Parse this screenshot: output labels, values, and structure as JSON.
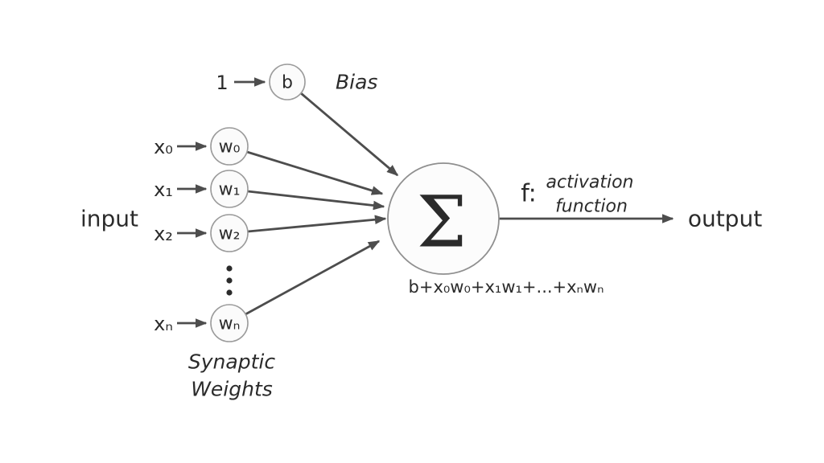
{
  "diagram": {
    "type": "artificial-neuron-perceptron",
    "colors": {
      "background": "#ffffff",
      "line": "#4d4d4d",
      "node_fill": "#fbfbfb",
      "node_stroke": "#9b9b9b",
      "text": "#2b2b2b"
    },
    "input_label": "input",
    "output_label": "output",
    "bias": {
      "source": "1",
      "node": "b",
      "caption": "Bias"
    },
    "inputs": [
      {
        "x": "x₀",
        "w": "w₀"
      },
      {
        "x": "x₁",
        "w": "w₁"
      },
      {
        "x": "x₂",
        "w": "w₂"
      },
      {
        "x": "xₙ",
        "w": "wₙ"
      }
    ],
    "weights_caption": {
      "line1": "Synaptic",
      "line2": "Weights"
    },
    "summation": {
      "symbol": "Σ",
      "formula": "b+x₀w₀+x₁w₁+...+xₙwₙ"
    },
    "activation": {
      "prefix": "f:",
      "line1": "activation",
      "line2": "function"
    }
  }
}
